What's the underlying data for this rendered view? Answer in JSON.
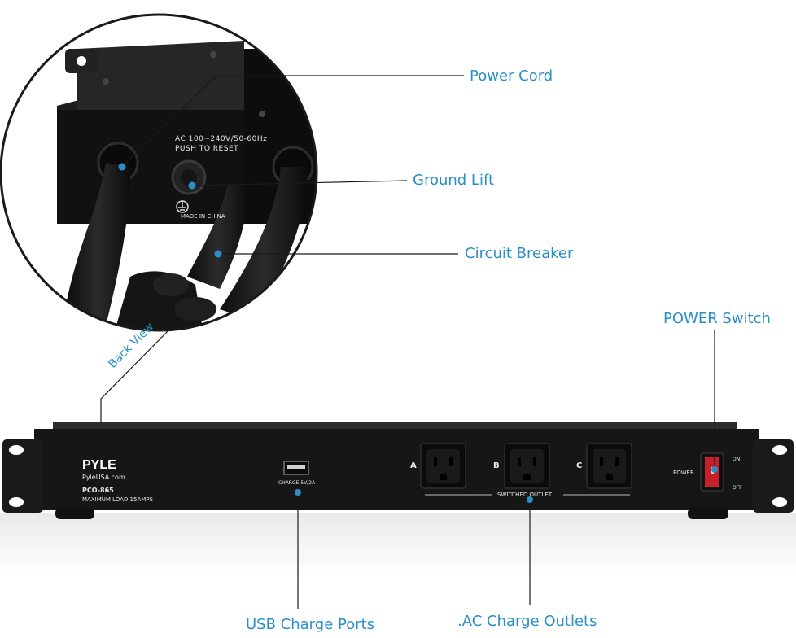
{
  "callouts": {
    "power_cord": "Power Cord",
    "ground_lift": "Ground Lift",
    "circuit_breaker": "Circuit Breaker",
    "back_view": "Back View",
    "power_switch": "POWER Switch",
    "usb_charge_ports": "USB Charge Ports",
    "ac_charge_outlets": ".AC Charge Outlets"
  },
  "back_panel": {
    "voltage": "AC 100~240V/50-60Hz",
    "reset": "PUSH TO RESET",
    "origin": "MADE IN CHINA"
  },
  "front_panel": {
    "brand": "PYLE",
    "website": "PyleUSA.com",
    "model": "PCO-865",
    "max_load": "MAXIMUM LOAD 15AMPS",
    "usb_label": "CHARGE 5V/2A",
    "outlet_a": "A",
    "outlet_b": "B",
    "outlet_c": "C",
    "switched_outlet": "SWITCHED OUTLET",
    "power_label": "POWER",
    "on_label": "ON",
    "off_label": "OFF"
  },
  "colors": {
    "accent": "#2a8fc9",
    "chassis": "#161616",
    "switch": "#c8202a"
  }
}
